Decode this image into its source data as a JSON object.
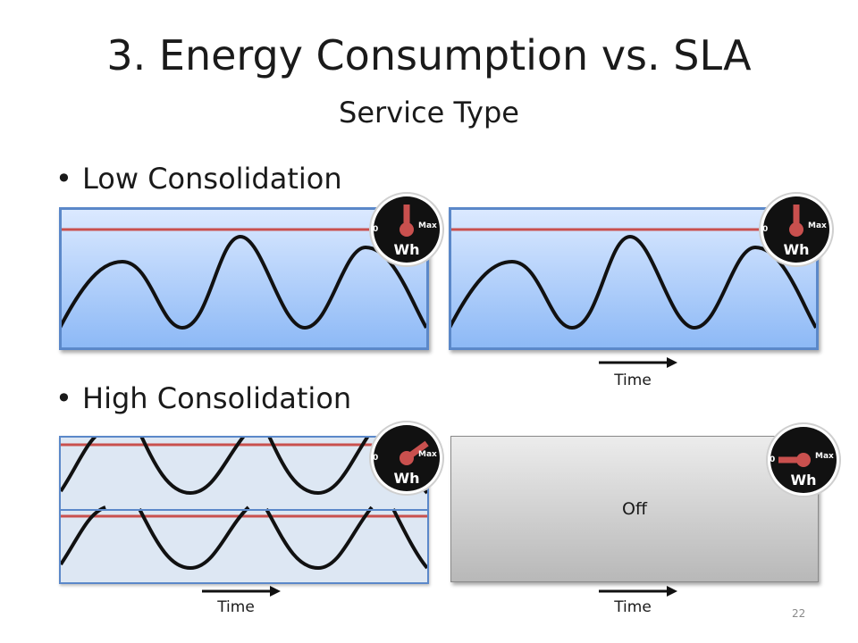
{
  "slide": {
    "title": "3. Energy Consumption vs. SLA",
    "subtitle": "Service Type",
    "page_number": "22"
  },
  "bullets": [
    {
      "text": "Low Consolidation"
    },
    {
      "text": "High Consolidation"
    }
  ],
  "panels": {
    "off_label": "Off"
  },
  "gauge": {
    "zero_label": "0",
    "max_label": "Max",
    "unit_label": "Wh",
    "levels": {
      "low_left": 0.5,
      "low_right": 0.5,
      "high_left": 0.8,
      "high_right": 0.0
    },
    "needle_color": "#c9504e",
    "face_color": "#111111"
  },
  "axis": {
    "time_label": "Time"
  },
  "colors": {
    "panel_blue": "#8db9f6",
    "sla_line": "#c9504e",
    "curve": "#111111"
  }
}
